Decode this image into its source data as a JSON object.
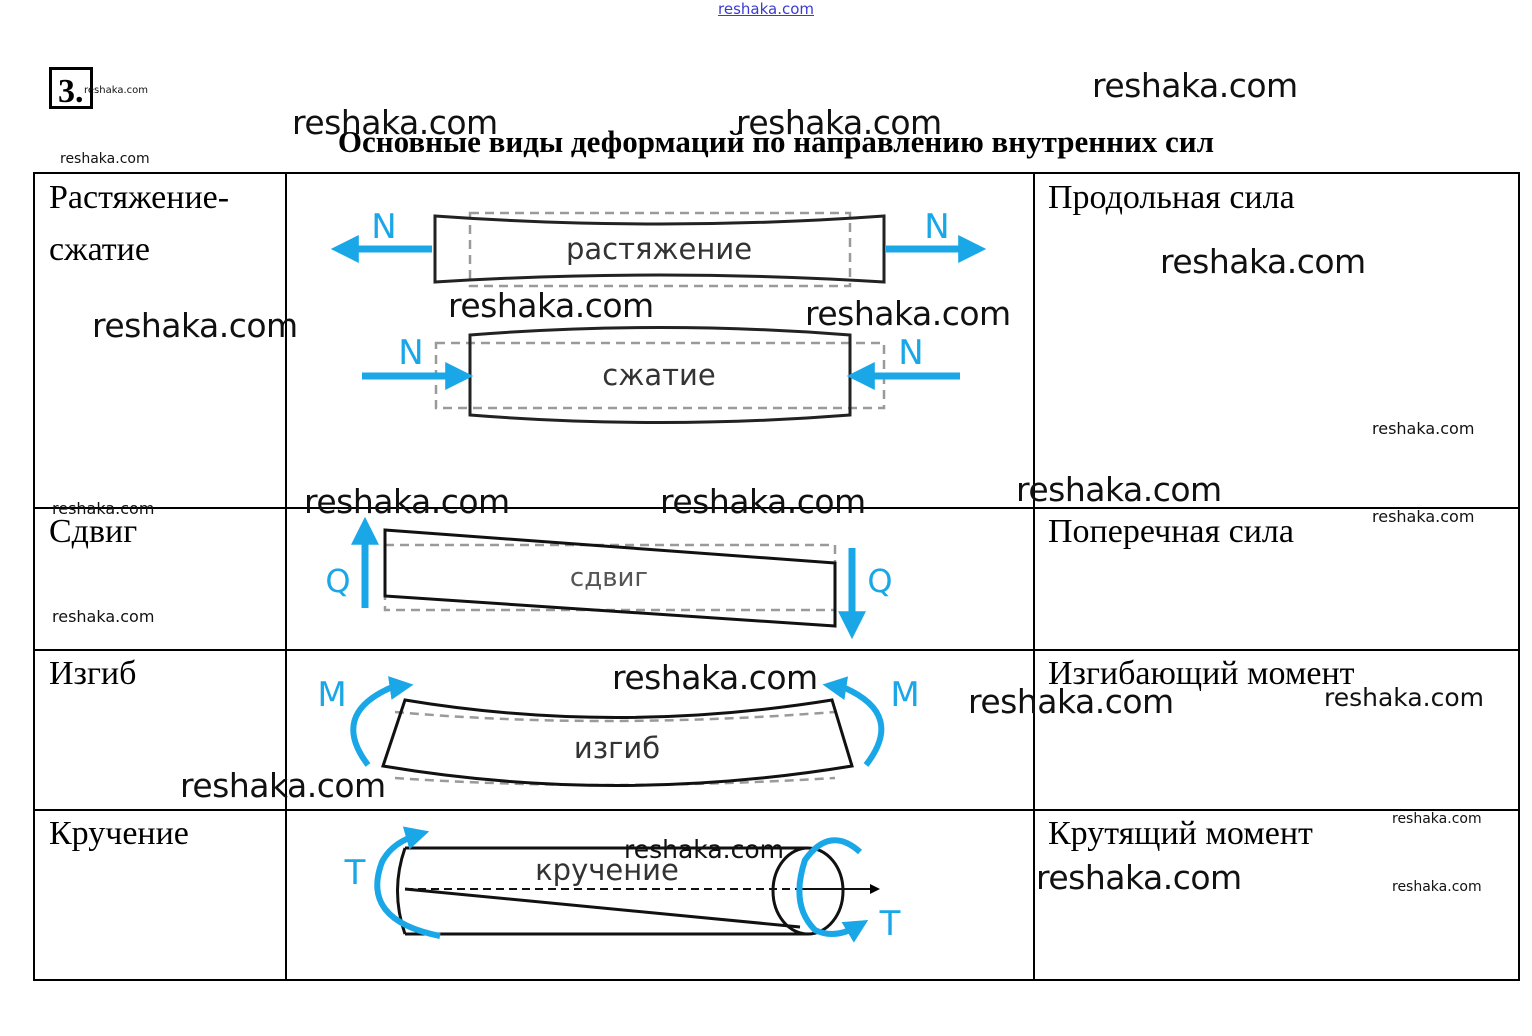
{
  "task": {
    "number": "3.",
    "title": "Основные виды деформаций по направлению внутренних сил"
  },
  "colors": {
    "accent_blue": "#1aa7e8",
    "line": "#000000",
    "dashed": "#9a9a9a"
  },
  "table": {
    "rows": [
      {
        "deformation": "Растяжение-сжатие",
        "deformation_lines": [
          "Растяжение-",
          "сжатие"
        ],
        "internal_force": "Продольная сила",
        "figures": [
          {
            "label": "растяжение",
            "force_symbol": "N"
          },
          {
            "label": "сжатие",
            "force_symbol": "N"
          }
        ]
      },
      {
        "deformation": "Сдвиг",
        "internal_force": "Поперечная сила",
        "figures": [
          {
            "label": "сдвиг",
            "force_symbol": "Q"
          }
        ]
      },
      {
        "deformation": "Изгиб",
        "internal_force": "Изгибающий момент",
        "figures": [
          {
            "label": "изгиб",
            "force_symbol": "M"
          }
        ]
      },
      {
        "deformation": "Кручение",
        "internal_force": "Крутящий момент",
        "figures": [
          {
            "label": "кручение",
            "force_symbol": "T"
          }
        ]
      }
    ]
  },
  "watermark": {
    "text": "reshaka.com"
  }
}
